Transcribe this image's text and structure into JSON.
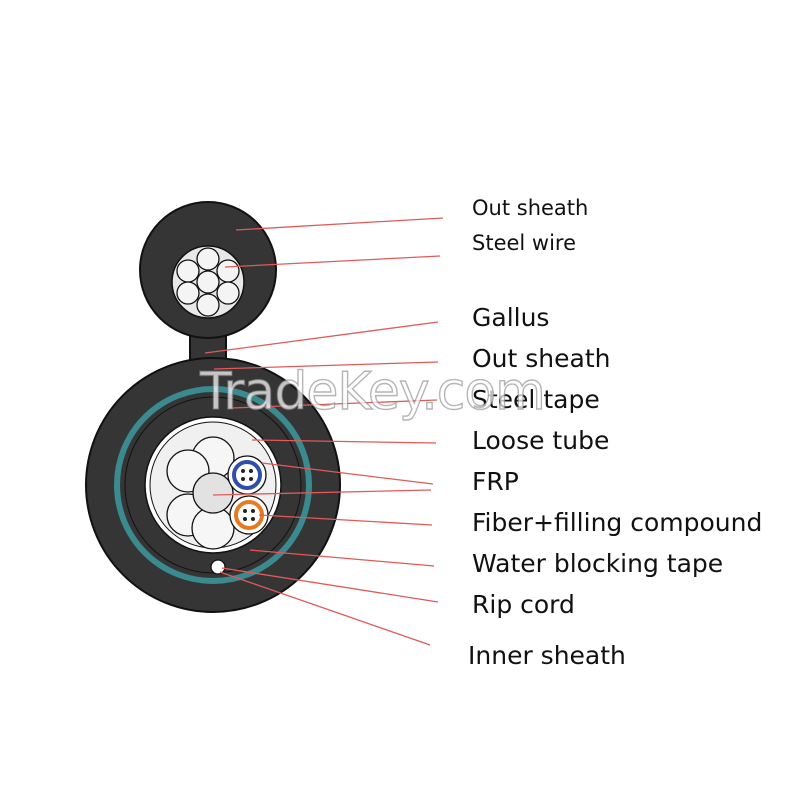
{
  "colors": {
    "jacket": "#353535",
    "leader_line": "#e05a5a",
    "armor_ring": "#3a8a8f",
    "blue_tube": "#2f4fa8",
    "orange_tube": "#e67a22"
  },
  "labels": [
    {
      "id": "out-sheath-top",
      "text": "Out sheath"
    },
    {
      "id": "steel-wire",
      "text": "Steel wire"
    },
    {
      "id": "gallus",
      "text": "Gallus"
    },
    {
      "id": "out-sheath",
      "text": "Out sheath"
    },
    {
      "id": "steel-tape",
      "text": "Steel tape"
    },
    {
      "id": "loose-tube",
      "text": "Loose tube"
    },
    {
      "id": "frp",
      "text": "FRP"
    },
    {
      "id": "fiber-filling",
      "text": "Fiber+filling compound"
    },
    {
      "id": "water-blocking",
      "text": "Water blocking tape"
    },
    {
      "id": "rip-cord",
      "text": "Rip cord"
    },
    {
      "id": "inner-sheath",
      "text": "Inner sheath"
    }
  ],
  "watermark": "TradeKey.com"
}
